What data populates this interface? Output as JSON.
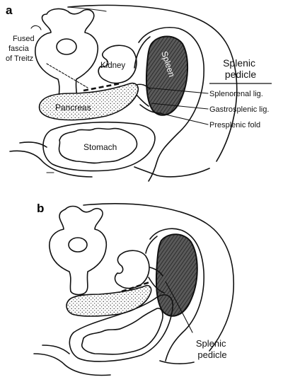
{
  "panels": {
    "a": "a",
    "b": "b"
  },
  "labels_a": {
    "fused_fascia": [
      "Fused",
      "fascia",
      "of Treitz"
    ],
    "kidney": "Kidney",
    "spleen": "Spleen",
    "pancreas": "Pancreas",
    "stomach": "Stomach",
    "splenic_pedicle": [
      "Splenic",
      "pedicle"
    ],
    "splenorenal": "Splenorenal lig.",
    "gastrosplenic": "Gastrosplenic lig.",
    "presplenic": "Presplenic fold"
  },
  "labels_b": {
    "splenic_pedicle": [
      "Splenic",
      "pedicle"
    ]
  },
  "colors": {
    "ink": "#111111",
    "spleen_fill": "#555555",
    "background": "#ffffff"
  }
}
